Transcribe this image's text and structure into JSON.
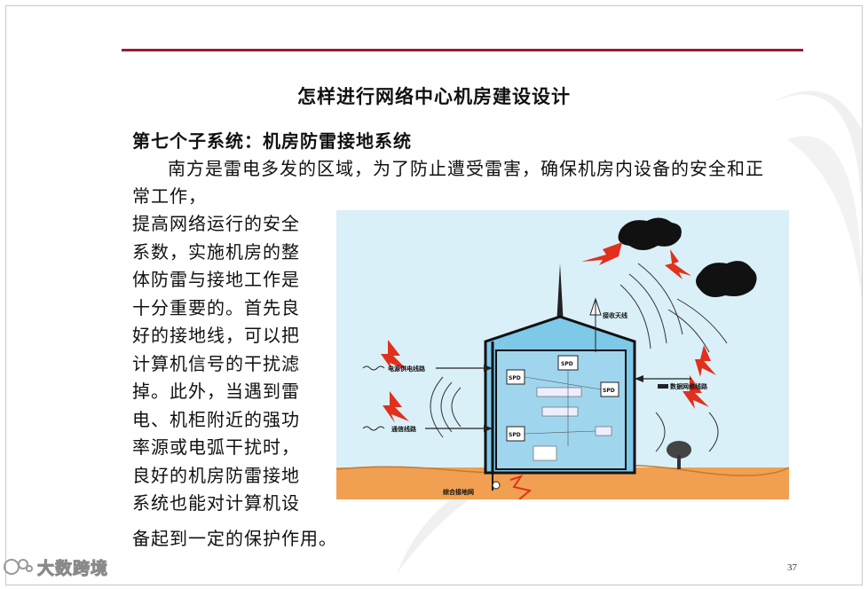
{
  "slide": {
    "title": "怎样进行网络中心机房建设设计",
    "subtitle": "第七个子系统：机房防雷接地系统",
    "intro": "南方是雷电多发的区域，为了防止遭受雷害，确保机房内设备的安全和正常工作，",
    "side_lines": [
      "提高网络运行的安全",
      "系数，实施机房的整",
      "体防雷与接地工作是",
      "十分重要的。首先良",
      "好的接地线，可以把",
      "计算机信号的干扰滤",
      "掉。此外，当遇到雷",
      "电、机柜附近的强功",
      "率源或电弧干扰时，",
      "良好的机房防雷接地",
      "系统也能对计算机设"
    ],
    "closing": "备起到一定的保护作用。",
    "page_number": "37"
  },
  "diagram": {
    "labels": {
      "antenna": "接收天线",
      "power_line": "电源供电线路",
      "comm_line": "通信线路",
      "data_line": "数据网络线路",
      "ground_net": "综合接地网",
      "spd": "SPD"
    }
  },
  "brand": {
    "text": "大数跨境"
  },
  "colors": {
    "accent_rule": "#9e1b2e",
    "sky": "#daf0f8",
    "ground": "#f0a050",
    "building": "#7ec8e8",
    "lightning": "#e0301e"
  }
}
